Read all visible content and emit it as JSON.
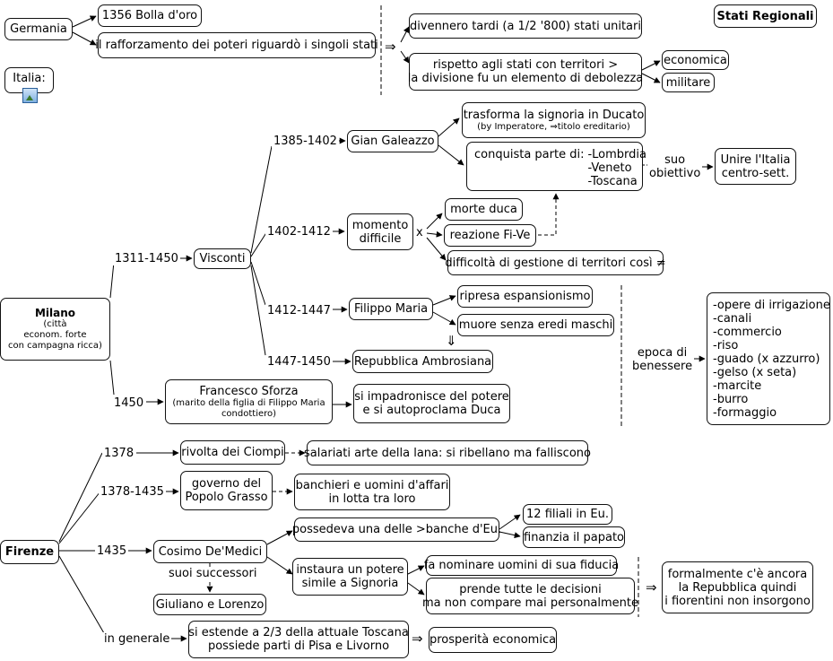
{
  "title": "Stati Regionali",
  "germania": {
    "label": "Germania",
    "bolla": "1356 Bolla d'oro",
    "rafforzamento": "il rafforzamento dei poteri riguardò i singoli stati",
    "implies": "⇒",
    "tardi": "divennero tardi (a 1/2 '800) stati unitari",
    "rispetto": [
      "rispetto agli stati con territori >",
      "la divisione fu un elemento di debolezza"
    ],
    "economica": "economica",
    "militare": "militare"
  },
  "italia": {
    "label": "Italia:",
    "icon": "image-icon"
  },
  "milano": {
    "title": "Milano",
    "desc": [
      "(città",
      "econom. forte",
      "con campagna ricca)"
    ],
    "d1311": "1311-1450",
    "visconti": "Visconti",
    "d1385": "1385-1402",
    "galeazzo": "Gian Galeazzo",
    "trasforma": "trasforma la signoria in Ducato",
    "trasforma_note": "(by Imperatore, ⇒titolo ereditario)",
    "conquista": "conquista parte di:",
    "regioni": [
      "-Lombrdia",
      "-Veneto",
      "-Toscana"
    ],
    "suo_obiettivo": [
      "suo",
      "obiettivo"
    ],
    "unire": [
      "Unire l'Italia",
      "centro-sett."
    ],
    "d1402": "1402-1412",
    "momento": [
      "momento",
      "difficile"
    ],
    "x": "x",
    "morte": "morte duca",
    "reazione": "reazione Fi-Ve",
    "difficolta": "difficoltà di gestione di territori così ≠",
    "d1412": "1412-1447",
    "filippo": "Filippo Maria",
    "ripresa": "ripresa espansionismo",
    "muore": "muore senza eredi maschi",
    "down_implies": "⇓",
    "d1447": "1447-1450",
    "repubblica": "Repubblica Ambrosiana",
    "d1450": "1450",
    "sforza": "Francesco Sforza",
    "sforza_note": [
      "(marito della figlia di Filippo Maria",
      "condottiero)"
    ],
    "impadronisce": [
      "si impadronisce del potere",
      "e si autoproclama Duca"
    ],
    "epoca": [
      "epoca di",
      "benessere"
    ],
    "benessere": [
      "-opere di irrigazione",
      "-canali",
      "-commercio",
      "-riso",
      "-guado (x azzurro)",
      "-gelso (x seta)",
      "-marcite",
      "-burro",
      "-formaggio"
    ]
  },
  "firenze": {
    "title": "Firenze",
    "d1378": "1378",
    "ciompi": "rivolta dei Ciompi",
    "salariati": "salariati arte della lana: si ribellano ma falliscono",
    "d1378b": "1378-1435",
    "governo": [
      "governo del",
      "Popolo Grasso"
    ],
    "banchieri": [
      "banchieri e uomini d'affari",
      "in lotta tra loro"
    ],
    "d1435": "1435",
    "cosimo": "Cosimo De'Medici",
    "successori": "suoi successori",
    "giuliano": "Giuliano e Lorenzo",
    "possedeva": "possedeva una delle >banche d'Eu.",
    "filiali": "12 filiali in Eu.",
    "finanzia": "finanzia il papato",
    "instaura": [
      "instaura un potere",
      "simile a Signoria"
    ],
    "nominare": "fa nominare uomini di sua fiducia",
    "decisioni": [
      "prende tutte le decisioni",
      "ma non compare mai personalmente"
    ],
    "implies": "⇒",
    "formalmente": [
      "formalmente c'è ancora",
      "la Repubblica quindi",
      "i fiorentini non insorgono"
    ],
    "generale": "in generale",
    "estende": [
      "si estende a 2/3 della attuale Toscana",
      "possiede parti di Pisa e Livorno"
    ],
    "implies2": "⇒",
    "prosperita": "prosperità economica"
  }
}
